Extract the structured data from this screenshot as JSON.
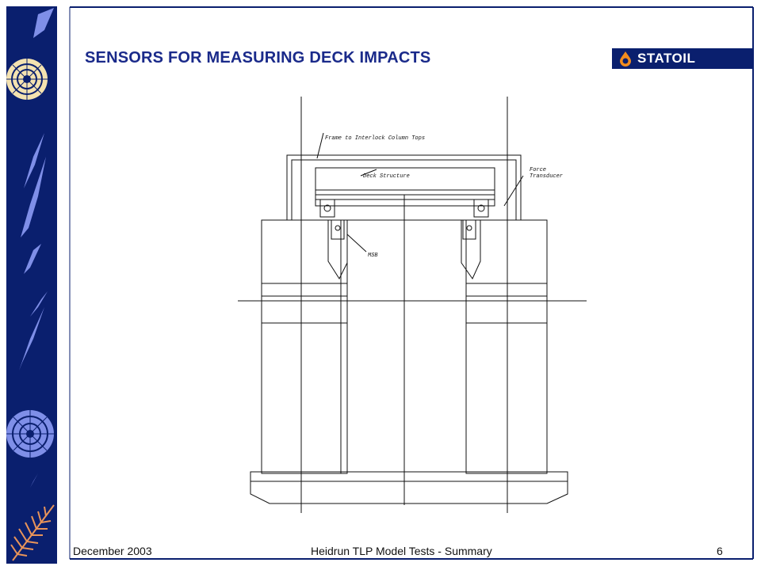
{
  "slide": {
    "title": "SENSORS FOR MEASURING DECK IMPACTS",
    "logo_text": "STATOIL",
    "footer_left": "December 2003",
    "footer_center": "Heidrun TLP Model Tests - Summary",
    "page_number": "6"
  },
  "drawing": {
    "labels": {
      "frame": "Frame to Interlock Column Tops",
      "deck": "Deck Structure",
      "force_line1": "Force",
      "force_line2": "Transducer",
      "msb": "MSB"
    }
  },
  "colors": {
    "navy": "#0a1f6e",
    "title_blue": "#1a2a8a",
    "decor_light": "#7f8fe8",
    "decor_cream": "#f4e2b0"
  },
  "icons": [
    "ammonite-fossil-icon",
    "fern-fossil-icon",
    "flame-drop-icon"
  ]
}
